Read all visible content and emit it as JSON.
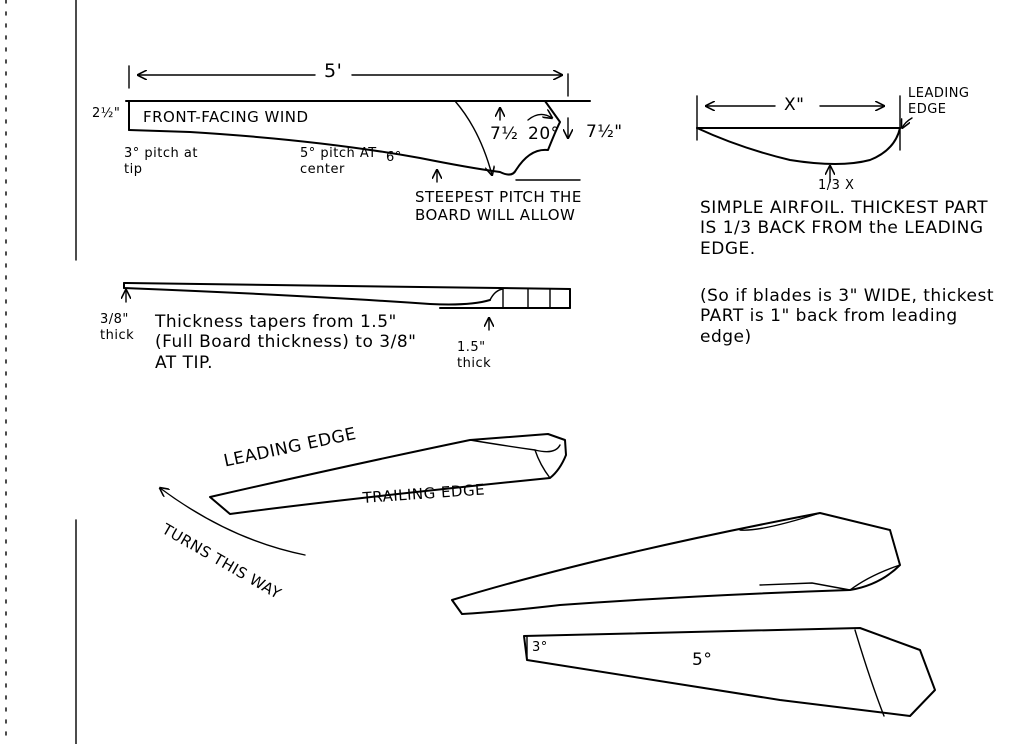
{
  "top_blade": {
    "length": "5'",
    "width_root": "2½\"",
    "front_label": "FRONT-FACING WIND",
    "tip_height_1": "7½",
    "tip_angle": "20°",
    "tip_height_2": "7½\"",
    "pitch_tip": "3° pitch at tip",
    "pitch_center": "5° pitch AT center",
    "pitch_root": "6°",
    "steepest": "STEEPEST PITCH THE BOARD WILL ALLOW"
  },
  "thickness_view": {
    "tip_thick": "3/8\" thick",
    "taper_note": "Thickness tapers from 1.5\" (Full Board thickness) to 3/8\" AT TIP.",
    "root_thick": "1.5\" thick"
  },
  "airfoil": {
    "chord_label": "X\"",
    "leading_edge": "LEADING EDGE",
    "third_label": "1/3 X",
    "note_1": "SIMPLE AIRFOIL. THICKEST PART IS 1/3 BACK FROM the LEADING EDGE.",
    "note_2": "(So if blades is 3\" WIDE, thickest PART is 1\" back from leading edge)"
  },
  "perspective": {
    "leading_edge": "LEADING EDGE",
    "trailing_edge": "TRAILING EDGE",
    "turns": "TURNS THIS WAY"
  },
  "flat_blade": {
    "tip_pitch": "3°",
    "mid_pitch": "5°"
  }
}
